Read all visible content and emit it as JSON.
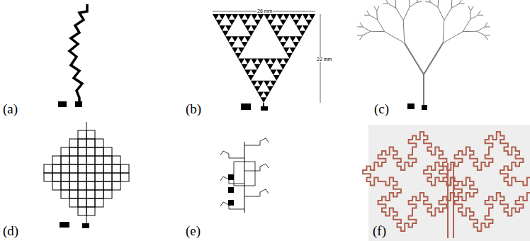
{
  "diagram": {
    "labels": [
      "(a)",
      "(b)",
      "(c)",
      "(d)",
      "(e)",
      "(f)",
      "26 mm",
      "22 mm"
    ]
  }
}
